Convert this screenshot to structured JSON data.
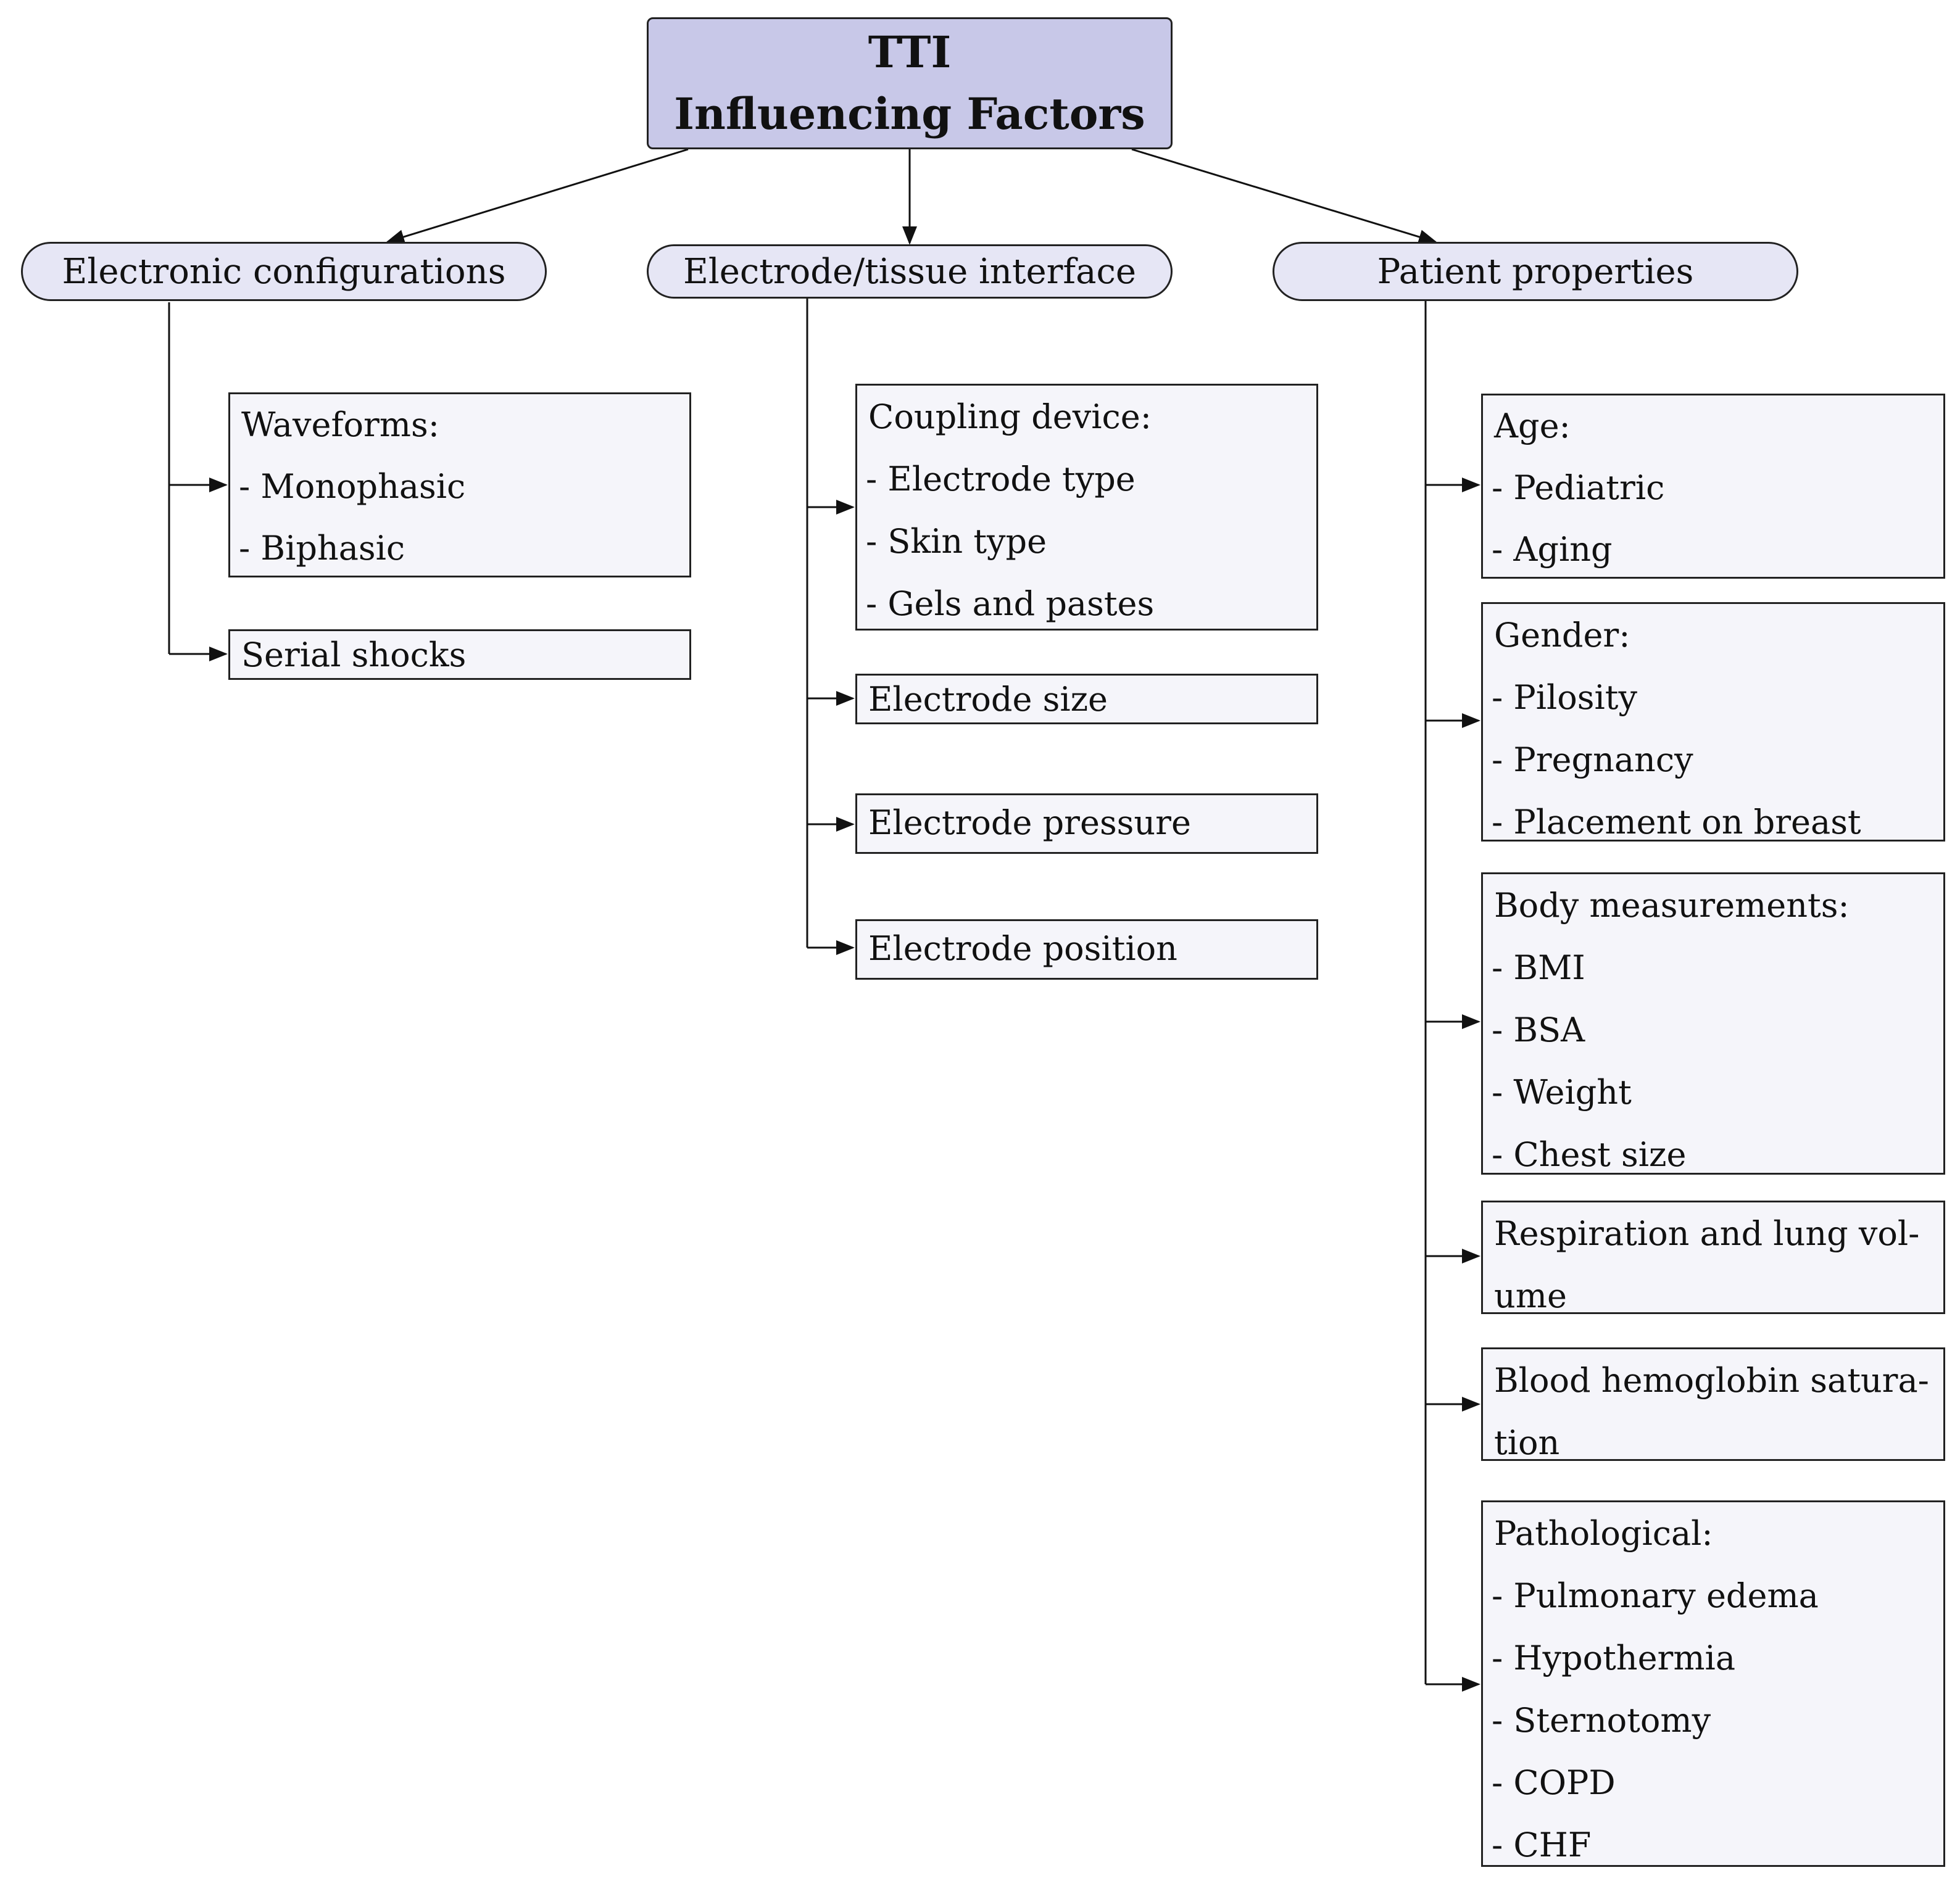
{
  "root": {
    "line1": "TTI",
    "line2": "Influencing Factors"
  },
  "categories": {
    "electronic": "Electronic configurations",
    "interface": "Electrode/tissue interface",
    "patient": "Patient properties"
  },
  "electronic": {
    "waveforms": {
      "header": "Waveforms:",
      "items": [
        "- Monophasic",
        "- Biphasic"
      ]
    },
    "serial": "Serial shocks"
  },
  "interface": {
    "coupling": {
      "header": "Coupling device:",
      "items": [
        "- Electrode type",
        "- Skin type",
        "- Gels and pastes"
      ]
    },
    "size": "Electrode size",
    "pressure": "Electrode pressure",
    "position": "Electrode position"
  },
  "patient": {
    "age": {
      "header": "Age:",
      "items": [
        "- Pediatric",
        "- Aging"
      ]
    },
    "gender": {
      "header": "Gender:",
      "items": [
        "- Pilosity",
        "- Pregnancy",
        "- Placement on breast"
      ]
    },
    "body": {
      "header": "Body measurements:",
      "items": [
        "- BMI",
        "- BSA",
        "- Weight",
        "- Chest size"
      ]
    },
    "respiration": {
      "line1": "Respiration and lung vol-",
      "line2": "ume"
    },
    "blood": {
      "line1": "Blood hemoglobin satura-",
      "line2": "tion"
    },
    "pathological": {
      "header": "Pathological:",
      "items": [
        "- Pulmonary edema",
        "- Hypothermia",
        "- Sternotomy",
        "- COPD",
        "- CHF"
      ]
    }
  }
}
